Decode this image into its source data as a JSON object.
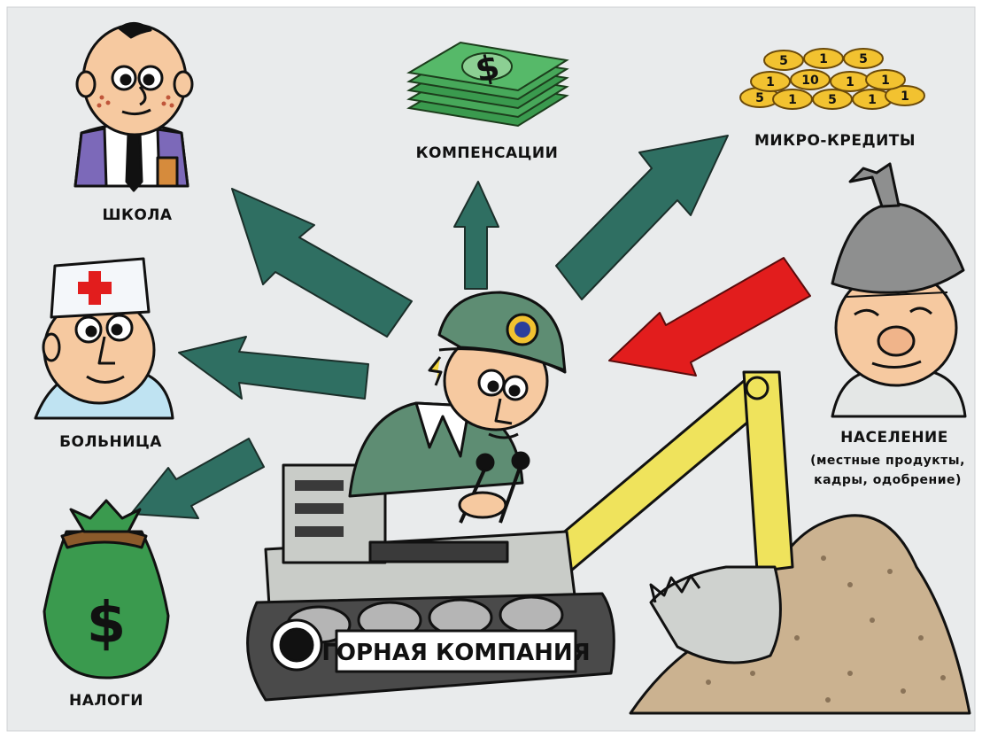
{
  "labels": {
    "school": "ШКОЛА",
    "compensation": "КОМПЕНСАЦИИ",
    "microcredits": "МИКРО-КРЕДИТЫ",
    "hospital": "БОЛЬНИЦА",
    "taxes": "НАЛОГИ",
    "population": "НАСЕЛЕНИЕ",
    "population_note_line1": "(местные продукты,",
    "population_note_line2": "кадры, одобрение)",
    "company": "ГОРНАЯ КОМПАНИЯ"
  },
  "symbols": {
    "banknote_sign": "$",
    "money_bag_sign": "$",
    "coin_values": [
      "5",
      "1",
      "5",
      "1",
      "10",
      "1",
      "1",
      "5",
      "1",
      "5",
      "1",
      "1"
    ]
  },
  "colors": {
    "background": "#e9ebec",
    "outgoing_arrow": "#2f6f62",
    "incoming_arrow": "#e21d1d",
    "excavator_yellow": "#efe35c",
    "excavator_gray": "#c9ccc8",
    "miner_shirt": "#5e8d73",
    "money_green": "#3a9a4e",
    "coin_gold": "#f2c230"
  },
  "icons": [
    "school-boy-icon",
    "banknotes-icon",
    "coins-icon",
    "doctor-icon",
    "money-bag-icon",
    "local-man-icon",
    "miner-excavator-icon",
    "dirt-pile-icon"
  ]
}
